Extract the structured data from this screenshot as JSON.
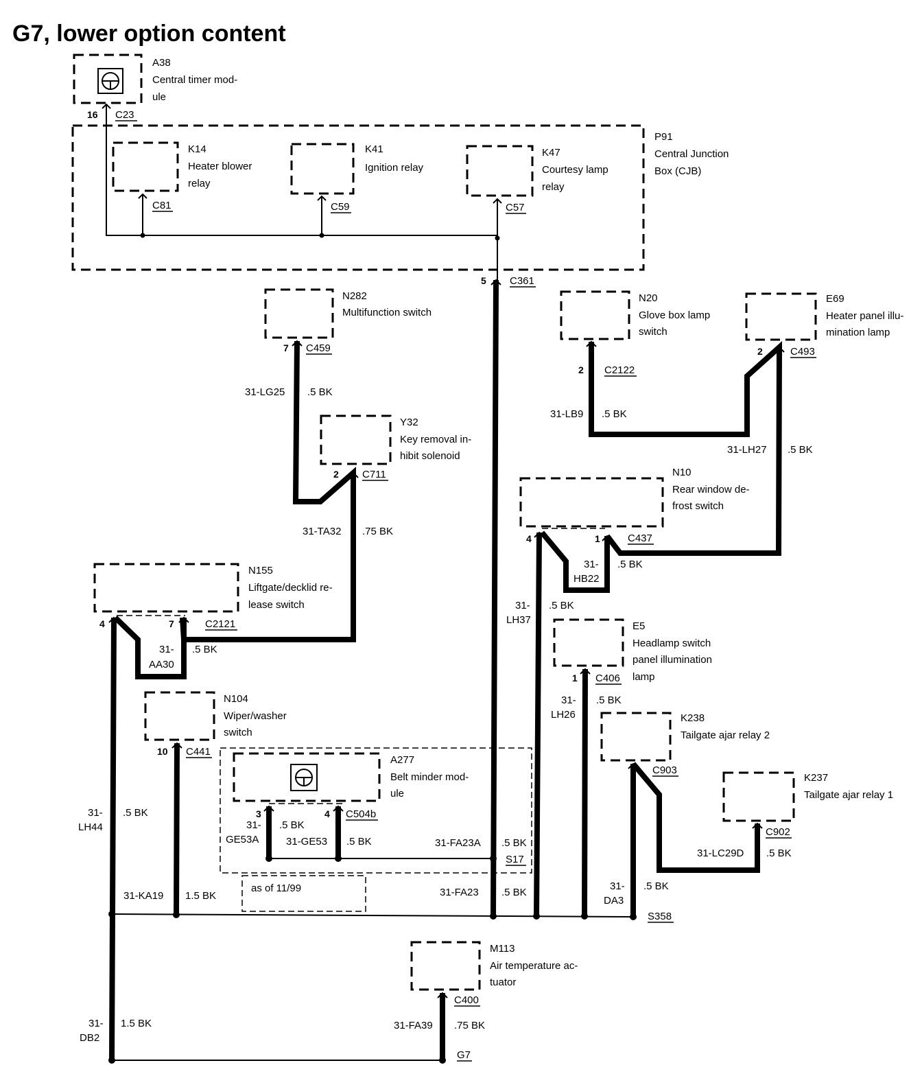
{
  "title": "G7, lower option content",
  "components": {
    "A38": {
      "id": "A38",
      "line1": "Central timer mod-",
      "line2": "ule"
    },
    "P91": {
      "id": "P91",
      "line1": "Central Junction",
      "line2": "Box (CJB)"
    },
    "K14": {
      "id": "K14",
      "line1": "Heater blower",
      "line2": "relay"
    },
    "K41": {
      "id": "K41",
      "line1": "Ignition relay"
    },
    "K47": {
      "id": "K47",
      "line1": "Courtesy lamp",
      "line2": "relay"
    },
    "N282": {
      "id": "N282",
      "line1": "Multifunction switch"
    },
    "Y32": {
      "id": "Y32",
      "line1": "Key removal in-",
      "line2": "hibit solenoid"
    },
    "N20": {
      "id": "N20",
      "line1": "Glove box lamp",
      "line2": "switch"
    },
    "E69": {
      "id": "E69",
      "line1": "Heater panel illu-",
      "line2": "mination lamp"
    },
    "N10": {
      "id": "N10",
      "line1": "Rear window de-",
      "line2": "frost switch"
    },
    "N155": {
      "id": "N155",
      "line1": "Liftgate/decklid re-",
      "line2": "lease switch"
    },
    "E5": {
      "id": "E5",
      "line1": "Headlamp switch",
      "line2": "panel illumination",
      "line3": "lamp"
    },
    "N104": {
      "id": "N104",
      "line1": "Wiper/washer",
      "line2": "switch"
    },
    "K238": {
      "id": "K238",
      "line1": "Tailgate ajar relay 2"
    },
    "A277": {
      "id": "A277",
      "line1": "Belt minder mod-",
      "line2": "ule"
    },
    "K237": {
      "id": "K237",
      "line1": "Tailgate ajar relay 1"
    },
    "M113": {
      "id": "M113",
      "line1": "Air temperature ac-",
      "line2": "tuator"
    }
  },
  "connectors": {
    "C23": "C23",
    "C81": "C81",
    "C59": "C59",
    "C57": "C57",
    "C361": "C361",
    "C459": "C459",
    "C711": "C711",
    "C2122": "C2122",
    "C493": "C493",
    "C437": "C437",
    "C2121": "C2121",
    "C406": "C406",
    "C441": "C441",
    "C903": "C903",
    "C504b": "C504b",
    "C902": "C902",
    "C400": "C400"
  },
  "splices": {
    "S17": "S17",
    "S358": "S358",
    "G7": "G7"
  },
  "pins": {
    "a38": "16",
    "c361": "5",
    "n282": "7",
    "y32": "2",
    "n20": "2",
    "e69": "2",
    "n10_left": "4",
    "n10_right": "1",
    "n155_left": "4",
    "n155_right": "7",
    "e5": "1",
    "n104": "10",
    "a277_left": "3",
    "a277_right": "4"
  },
  "wires": {
    "lg25": {
      "circuit": "31-LG25",
      "spec": ".5 BK"
    },
    "ta32": {
      "circuit": "31-TA32",
      "spec": ".75 BK"
    },
    "lb9": {
      "circuit": "31-LB9",
      "spec": ".5 BK"
    },
    "lh27": {
      "circuit": "31-LH27",
      "spec": ".5 BK"
    },
    "hb22": {
      "circuit1": "31-",
      "circuit2": "HB22",
      "spec": ".5 BK"
    },
    "lh37": {
      "circuit1": "31-",
      "circuit2": "LH37",
      "spec": ".5 BK"
    },
    "aa30": {
      "circuit1": "31-",
      "circuit2": "AA30",
      "spec": ".5 BK"
    },
    "lh26": {
      "circuit1": "31-",
      "circuit2": "LH26",
      "spec": ".5 BK"
    },
    "lh44": {
      "circuit1": "31-",
      "circuit2": "LH44",
      "spec": ".5 BK"
    },
    "ge53a": {
      "circuit1": "31-",
      "circuit2": "GE53A",
      "spec": ".5 BK"
    },
    "ge53": {
      "circuit": "31-GE53",
      "spec": ".5 BK"
    },
    "fa23a": {
      "circuit": "31-FA23A",
      "spec": ".5 BK"
    },
    "lc29d": {
      "circuit": "31-LC29D",
      "spec": ".5 BK"
    },
    "ka19": {
      "circuit": "31-KA19",
      "spec": "1.5 BK"
    },
    "fa23": {
      "circuit": "31-FA23",
      "spec": ".5 BK"
    },
    "da3": {
      "circuit1": "31-",
      "circuit2": "DA3",
      "spec": ".5 BK"
    },
    "db2": {
      "circuit1": "31-",
      "circuit2": "DB2",
      "spec": "1.5 BK"
    },
    "fa39": {
      "circuit": "31-FA39",
      "spec": ".75 BK"
    }
  },
  "notes": {
    "as_of": "as of 11/99"
  }
}
